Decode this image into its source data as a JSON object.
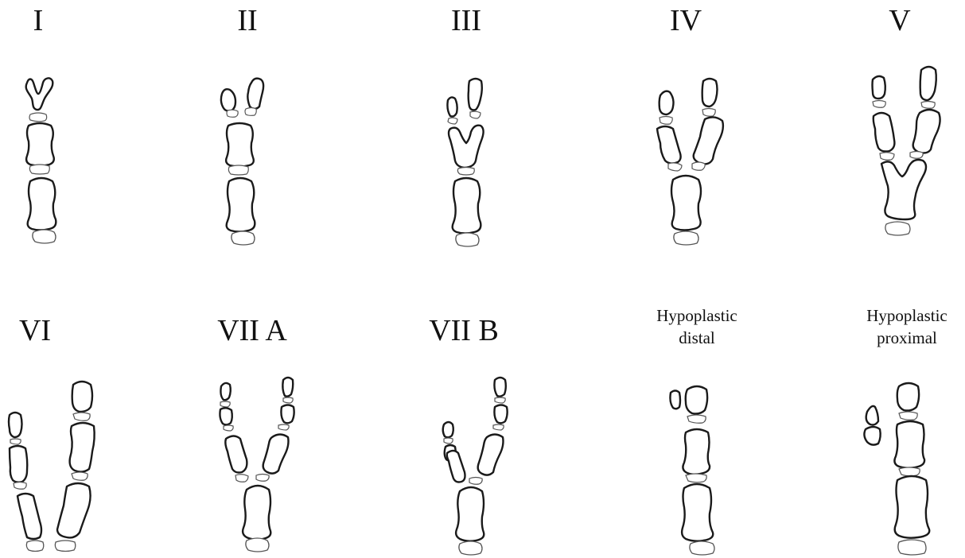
{
  "panels": [
    {
      "id": "I",
      "label": "I"
    },
    {
      "id": "II",
      "label": "II"
    },
    {
      "id": "III",
      "label": "III"
    },
    {
      "id": "IV",
      "label": "IV"
    },
    {
      "id": "V",
      "label": "V"
    },
    {
      "id": "VI",
      "label": "VI"
    },
    {
      "id": "VIIA",
      "label": "VII A"
    },
    {
      "id": "VIIB",
      "label": "VII B"
    },
    {
      "id": "hypo_distal",
      "label_lines": [
        "Hypoplastic",
        "distal"
      ]
    },
    {
      "id": "hypo_proximal",
      "label_lines": [
        "Hypoplastic",
        "proximal"
      ]
    }
  ]
}
